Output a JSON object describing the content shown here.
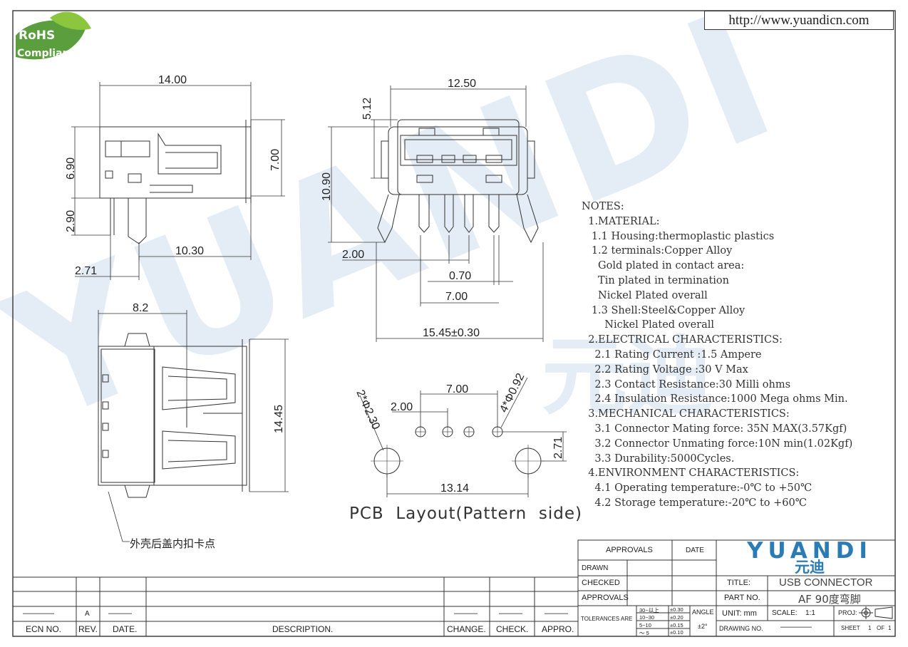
{
  "url": "http://www.yuandicn.com",
  "rohs": {
    "line1": "RoHS",
    "line2": "Compliant"
  },
  "watermark": "YUANDI",
  "watermark_cn": "元迪",
  "dims": {
    "side_width": "14.00",
    "side_h1": "6.90",
    "side_h2": "7.00",
    "side_h3": "2.90",
    "side_w2": "10.30",
    "side_w3": "2.71",
    "front_w": "12.50",
    "front_h1": "5.12",
    "front_h2": "10.90",
    "front_d1": "2.00",
    "front_d2": "0.70",
    "front_d3": "7.00",
    "front_d4": "15.45±0.30",
    "top_w": "8.2",
    "top_h": "14.45",
    "pcb_d1": "7.00",
    "pcb_d2": "2.00",
    "pcb_hole_big": "2*Φ2.30",
    "pcb_hole_small": "4*Φ0.92",
    "pcb_d3": "2.71",
    "pcb_d4": "13.14"
  },
  "pcb_caption": "PCB  Layout(Pattern  side)",
  "cn_label": "外壳后盖内扣卡点",
  "notes": [
    "NOTES:",
    "  1.MATERIAL:",
    "   1.1 Housing:thermoplastic plastics",
    "   1.2 terminals:Copper Alloy",
    "     Gold plated in contact area:",
    "     Tin plated in termination",
    "     Nickel Plated overall",
    "   1.3 Shell:Steel&Copper Alloy",
    "       Nickel Plated overall",
    "  2.ELECTRICAL CHARACTERISTICS:",
    "    2.1 Rating Current :1.5 Ampere",
    "    2.2 Rating Voltage :30 V Max",
    "    2.3 Contact Resistance:30 Milli ohms",
    "    2.4 Insulation Resistance:1000 Mega ohms Min.",
    "  3.MECHANICAL CHARACTERISTICS:",
    "    3.1 Connector Mating force: 35N MAX(3.57Kgf)",
    "    3.2 Connector Unmating force:10N min(1.02Kgf)",
    "    3.3 Durability:5000Cycles.",
    "  4.ENVIRONMENT CHARACTERISTICS:",
    "    4.1 Operating temperature:-0℃ to +50℃",
    "    4.2 Storage temperature:-20℃ to +60℃"
  ],
  "title_block": {
    "approvals_header": "APPROVALS",
    "date_header": "DATE",
    "drawn": "DRAWN",
    "checked": "CHECKED",
    "approvals": "APPROVALS",
    "brand": "YUANDI",
    "brand_cn": "元迪",
    "title_label": "TITLE:",
    "title_value": "USB CONNECTOR",
    "part_no_label": "PART NO.",
    "part_no_value": "AF 90度弯脚",
    "tolerances_label": "TOLERANCES  ARE",
    "tol_ranges": [
      "30~以上",
      "10~30",
      "5~10",
      "～ 5"
    ],
    "tol_values": [
      "±0.30",
      "±0.20",
      "±0.15",
      "±0.10"
    ],
    "angle_label": "ANGLE",
    "angle_value": "±2°",
    "unit_label": "UNIT:  mm",
    "scale_label": "SCALE:",
    "scale_value": "1:1",
    "proj_label": "PROJ:",
    "drawing_no_label": "DRAWING  NO.",
    "drawing_no_value": "————",
    "sheet_label": "SHEET",
    "sheet_value": "1",
    "of_label": "OF",
    "of_value": "1"
  },
  "revision_block": {
    "ecn_label": "ECN  NO.",
    "rev_label": "REV.",
    "date_label": "DATE.",
    "description_label": "DESCRIPTION.",
    "change_label": "CHANGE.",
    "check_label": "CHECK.",
    "appro_label": "APPRO.",
    "ecn_value": "————",
    "rev_value": "A",
    "date_value": "———",
    "change_value": "———",
    "check_value": "———",
    "appro_value": "———"
  }
}
